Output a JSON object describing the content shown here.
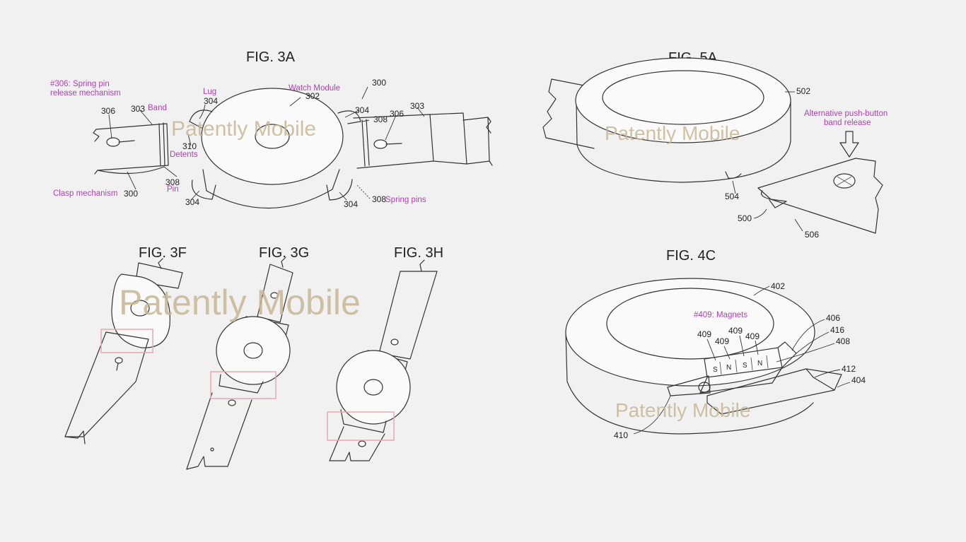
{
  "figures": {
    "fig3a": {
      "title": "FIG. 3A",
      "refs": {
        "r300a": "300",
        "r300b": "300",
        "r302": "302",
        "r303a": "303",
        "r303b": "303",
        "r304a": "304",
        "r304b": "304",
        "r304c": "304",
        "r304d": "304",
        "r306a": "306",
        "r306b": "306",
        "r308a": "308",
        "r308b": "308",
        "r308c": "308",
        "r310": "310"
      },
      "annotations": {
        "spring_pin_1": "#306: Spring pin",
        "spring_pin_2": "release mechanism",
        "band": "Band",
        "lug": "Lug",
        "watch_module": "Watch Module",
        "detents": "Detents",
        "pin": "Pin",
        "clasp": "Clasp mechanism",
        "spring_pins": "Spring pins"
      }
    },
    "fig5a": {
      "title": "FIG. 5A",
      "refs": {
        "r502": "502",
        "r504": "504",
        "r500": "500",
        "r506": "506"
      },
      "annotations": {
        "alt_1": "Alternative push-button",
        "alt_2": "band release"
      }
    },
    "fig3f": {
      "title": "FIG. 3F"
    },
    "fig3g": {
      "title": "FIG. 3G"
    },
    "fig3h": {
      "title": "FIG. 3H"
    },
    "fig4c": {
      "title": "FIG. 4C",
      "refs": {
        "r402": "402",
        "r406": "406",
        "r416": "416",
        "r408": "408",
        "r412": "412",
        "r404": "404",
        "r410": "410",
        "r409a": "409",
        "r409b": "409",
        "r409c": "409",
        "r409d": "409"
      },
      "annotations": {
        "magnets": "#409: Magnets"
      },
      "magnet_poles": [
        "S",
        "N",
        "S",
        "N"
      ]
    }
  },
  "watermark": "Patently Mobile",
  "colors": {
    "annotation": "#b13fb3",
    "highlight": "#e8a7b6",
    "watermark": "#c7b895",
    "background": "#f1f1f1"
  }
}
